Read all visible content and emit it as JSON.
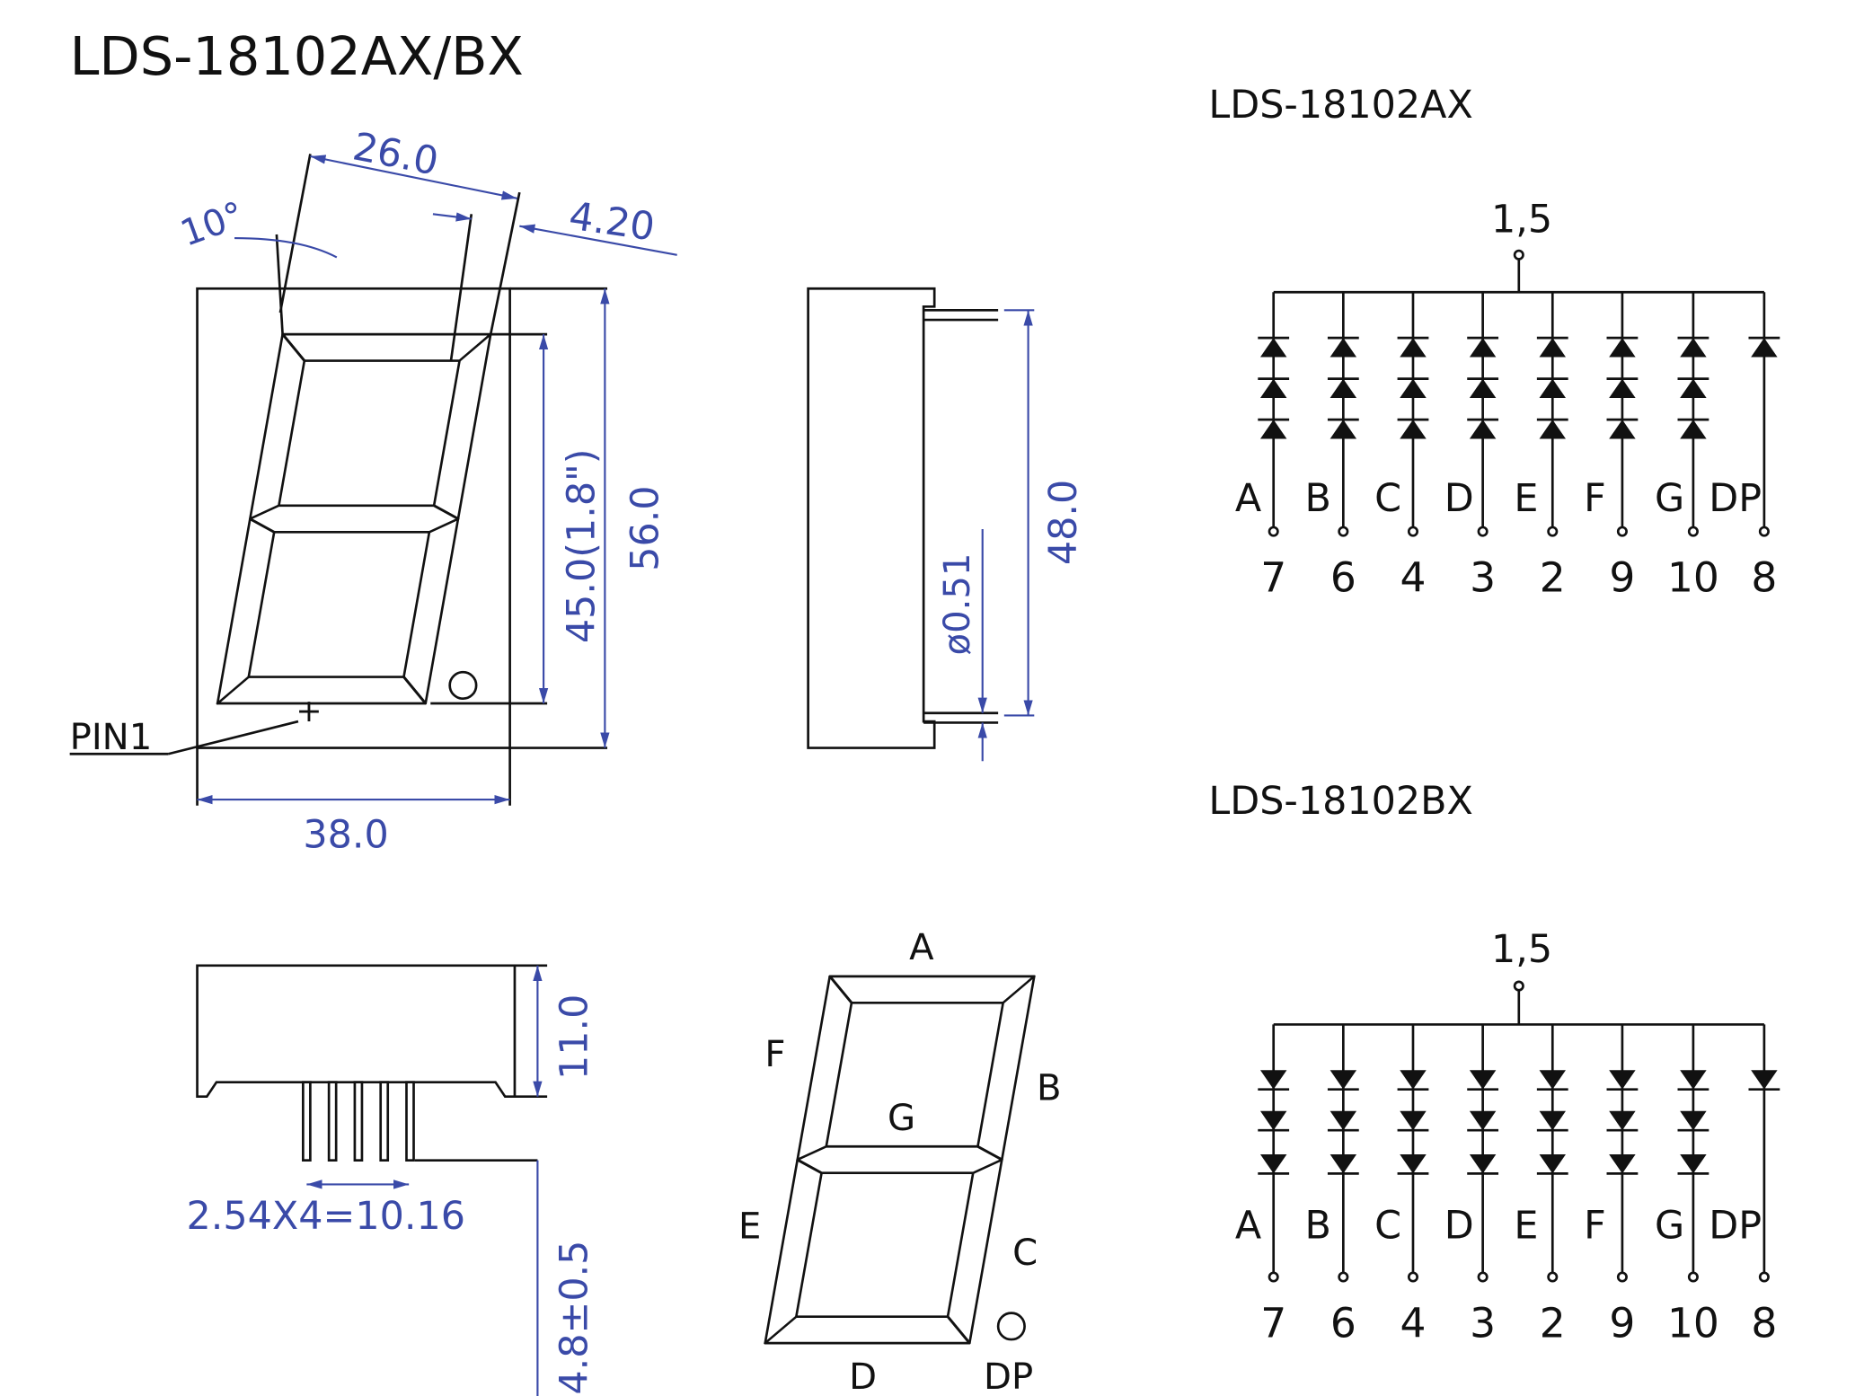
{
  "title": "LDS-18102AX/BX",
  "front_view": {
    "dim_width_top": "26.0",
    "dim_angle": "10°",
    "dim_offset": "4.20",
    "dim_digit_height": "45.0(1.8\")",
    "dim_body_height": "56.0",
    "dim_body_width": "38.0",
    "pin1_label": "PIN1"
  },
  "side_view": {
    "dim_pin_span": "48.0",
    "dim_pin_diameter": "ø0.51"
  },
  "bottom_view": {
    "dim_depth": "11.0",
    "dim_pitch": "2.54X4=10.16",
    "dim_pin_length": "4.8±0.5"
  },
  "segment_legend": {
    "A": "A",
    "B": "B",
    "C": "C",
    "D": "D",
    "E": "E",
    "F": "F",
    "G": "G",
    "DP": "DP"
  },
  "circuits": [
    {
      "title": "LDS-18102AX",
      "common_pin": "1,5",
      "type": "common-cathode",
      "segments": [
        "A",
        "B",
        "C",
        "D",
        "E",
        "F",
        "G",
        "DP"
      ],
      "pins": [
        "7",
        "6",
        "4",
        "3",
        "2",
        "9",
        "10",
        "8"
      ]
    },
    {
      "title": "LDS-18102BX",
      "common_pin": "1,5",
      "type": "common-anode",
      "segments": [
        "A",
        "B",
        "C",
        "D",
        "E",
        "F",
        "G",
        "DP"
      ],
      "pins": [
        "7",
        "6",
        "4",
        "3",
        "2",
        "9",
        "10",
        "8"
      ]
    }
  ]
}
